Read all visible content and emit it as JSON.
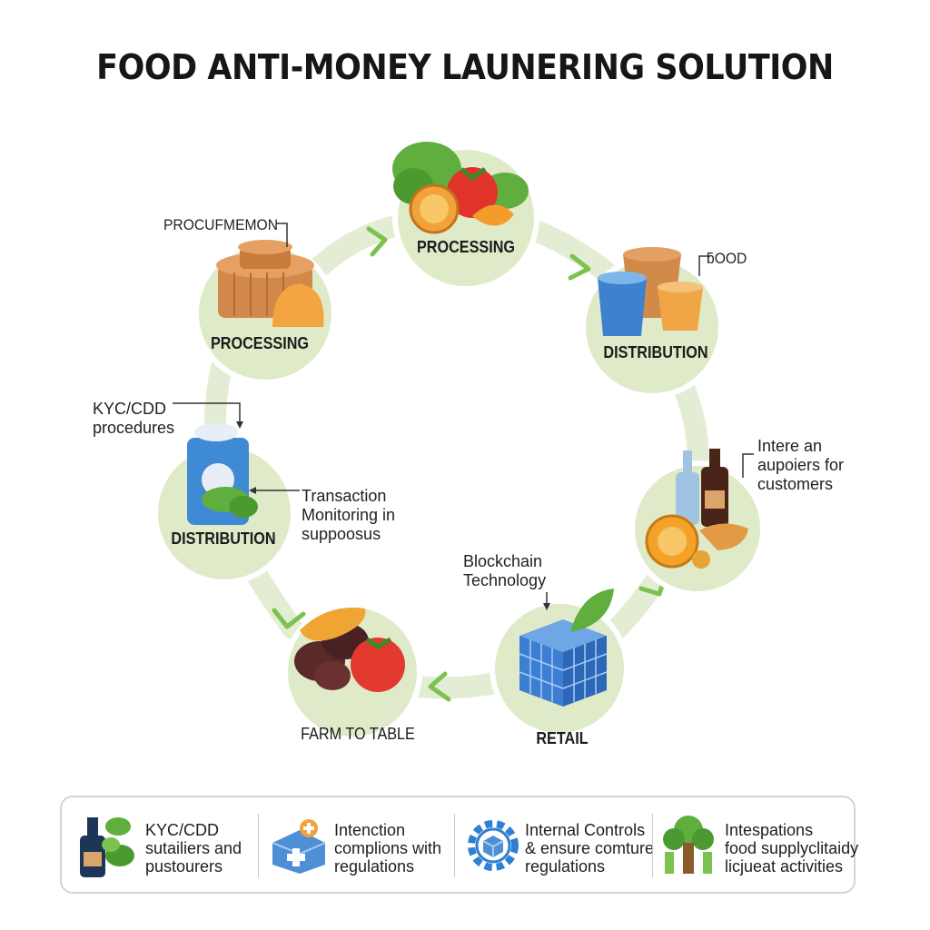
{
  "title": "FOOD ANTI-MONEY LAUNERING SOLUTION",
  "colors": {
    "node_fill": "#dfeac8",
    "node_stroke": "#ffffff",
    "ring": "#e3edd4",
    "arrow": "#7cc24e",
    "title": "#161616"
  },
  "nodes": [
    {
      "id": "top",
      "label": "PROCESSING",
      "icon": "vegetables-icon"
    },
    {
      "id": "upper-right",
      "label": "DISTRIBUTION",
      "icon": "containers-icon"
    },
    {
      "id": "right",
      "label": "",
      "icon": "bottles-and-bread-icon"
    },
    {
      "id": "lower-right",
      "label": "RETAIL",
      "icon": "blockchain-cube-icon"
    },
    {
      "id": "lower-left",
      "label": "",
      "icon": "bread-and-tomato-icon"
    },
    {
      "id": "left",
      "label": "DISTRIBUTION",
      "icon": "milk-carton-icon"
    },
    {
      "id": "upper-left",
      "label": "PROCESSING",
      "icon": "baskets-icon"
    }
  ],
  "annotations": {
    "procurement": "PROCUFMEMON",
    "good": "ƃOOD",
    "kyc": [
      "KYC/CDD",
      "procedures"
    ],
    "transaction": [
      "Transaction",
      "Monitoring in",
      "suppoosus"
    ],
    "interest": [
      "Intere an",
      "aupoiers for",
      "customers"
    ],
    "blockchain": [
      "Blockchain",
      "Technology"
    ],
    "farm": "FARM TO TABLE"
  },
  "panel": [
    {
      "icon": "bottle-and-leaf-icon",
      "lines": [
        "KYC/CDD",
        "sutailiers and",
        "pustourers"
      ]
    },
    {
      "icon": "medical-kit-icon",
      "lines": [
        "Intenction",
        "complions with",
        "regulations"
      ]
    },
    {
      "icon": "gear-cube-icon",
      "lines": [
        "Internal Controls",
        "& ensure comture",
        "regulations"
      ]
    },
    {
      "icon": "tree-icon",
      "lines": [
        "Intespations",
        "food supplyclitaidy",
        "licjueat activities"
      ]
    }
  ]
}
